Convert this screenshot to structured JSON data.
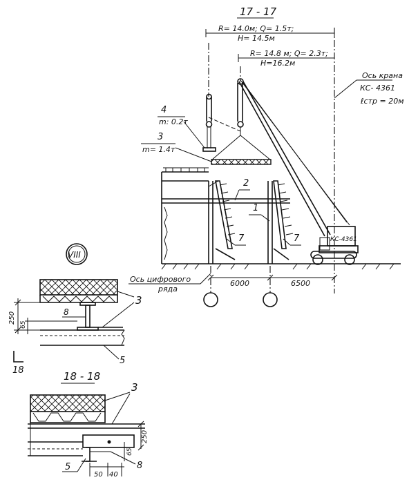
{
  "section_top": "17 - 17",
  "radius_1": "R= 14.0м; Q= 1.5т;",
  "height_1": "H= 14.5м",
  "radius_2": "R= 14.8 м; Q= 2.3т;",
  "height_2": "H=16.2м",
  "crane_axis_label": "Ось крана",
  "crane_model": "КС- 4361",
  "boom_length": "ℓстр = 20м",
  "crane_body_label": "КС-4361",
  "item_4": "4",
  "item_4_mass": "m: 0.2т",
  "item_3": "3",
  "item_3_mass": "m= 1.4т",
  "item_2": "2",
  "item_1": "1",
  "item_7a": "7",
  "item_7b": "7",
  "axis_line1": "Ось цифрового",
  "axis_line2": "ряда",
  "dim_6000": "6000",
  "dim_6500": "6500",
  "node_label": "VIII",
  "node_3": "3",
  "node_8": "8",
  "node_5": "5",
  "node_dim_250": "250",
  "node_dim_65": "65",
  "node_cut": "18",
  "section_bottom": "18 - 18",
  "sec_3": "3",
  "sec_5": "5",
  "sec_8": "8",
  "sec_dim_250": "250",
  "sec_dim_65": "65",
  "sec_dim_50": "50",
  "sec_dim_40": "40"
}
